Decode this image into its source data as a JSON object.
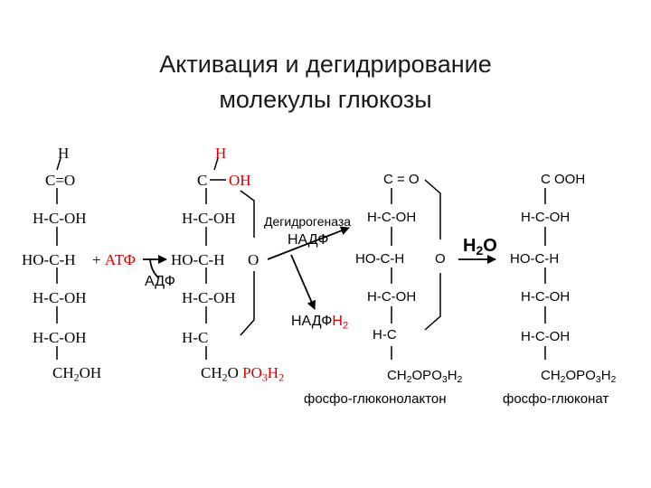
{
  "title": {
    "line1": "Активация  и дегидрирование",
    "line2": "молекулы глюкозы"
  },
  "colors": {
    "accent": "#d40000",
    "text": "#000000"
  },
  "glucose": {
    "h": "H",
    "c1": "C=O",
    "c2": "H-C-OH",
    "c3": "HO-C-H",
    "c4": "H-C-OH",
    "c5": "H-C-OH",
    "c6": "CH",
    "c6_sub": "2",
    "c6_end": "OH"
  },
  "atp": {
    "plus": "+ ",
    "label": "АТФ"
  },
  "adp": "АДФ",
  "phosphate": {
    "h": "H",
    "c1_c": "C",
    "c1_oh": "OH",
    "c2": "H-C-OH",
    "c3": "HO-C-H",
    "c4": "H-C-OH",
    "c5": "H-C",
    "ring_o": "O",
    "c6_a": "CH",
    "c6_sub": "2",
    "c6_b": "O ",
    "c6_po": "PO",
    "c6_po_sub": "3",
    "c6_h": "H",
    "c6_h_sub": "2"
  },
  "enzyme": "Дегидрогеназа",
  "nadp": "НАДФ",
  "nadph": {
    "base": "НАДФ",
    "h": "Н",
    "sub": "2"
  },
  "lactone": {
    "c1": "C = O",
    "c2": "H-C-OH",
    "c3": "HO-C-H",
    "ring_o": "O",
    "c4": "H-C-OH",
    "c5": "H-C",
    "c6_a": "CH",
    "c6_sub1": "2",
    "c6_b": "OPO",
    "c6_sub2": "3",
    "c6_c": "H",
    "c6_sub3": "2",
    "name": "фосфо-глюконолактон"
  },
  "water": {
    "h": "H",
    "sub": "2",
    "o": "O"
  },
  "gluconate": {
    "c1": "C OOH",
    "c2": "H-C-OH",
    "c3": "HO-C-H",
    "c4": "H-C-OH",
    "c5": "H-C-OH",
    "c6_a": "CH",
    "c6_sub1": "2",
    "c6_b": "OPO",
    "c6_sub2": "3",
    "c6_c": "H",
    "c6_sub3": "2",
    "name": "фосфо-глюконат"
  }
}
